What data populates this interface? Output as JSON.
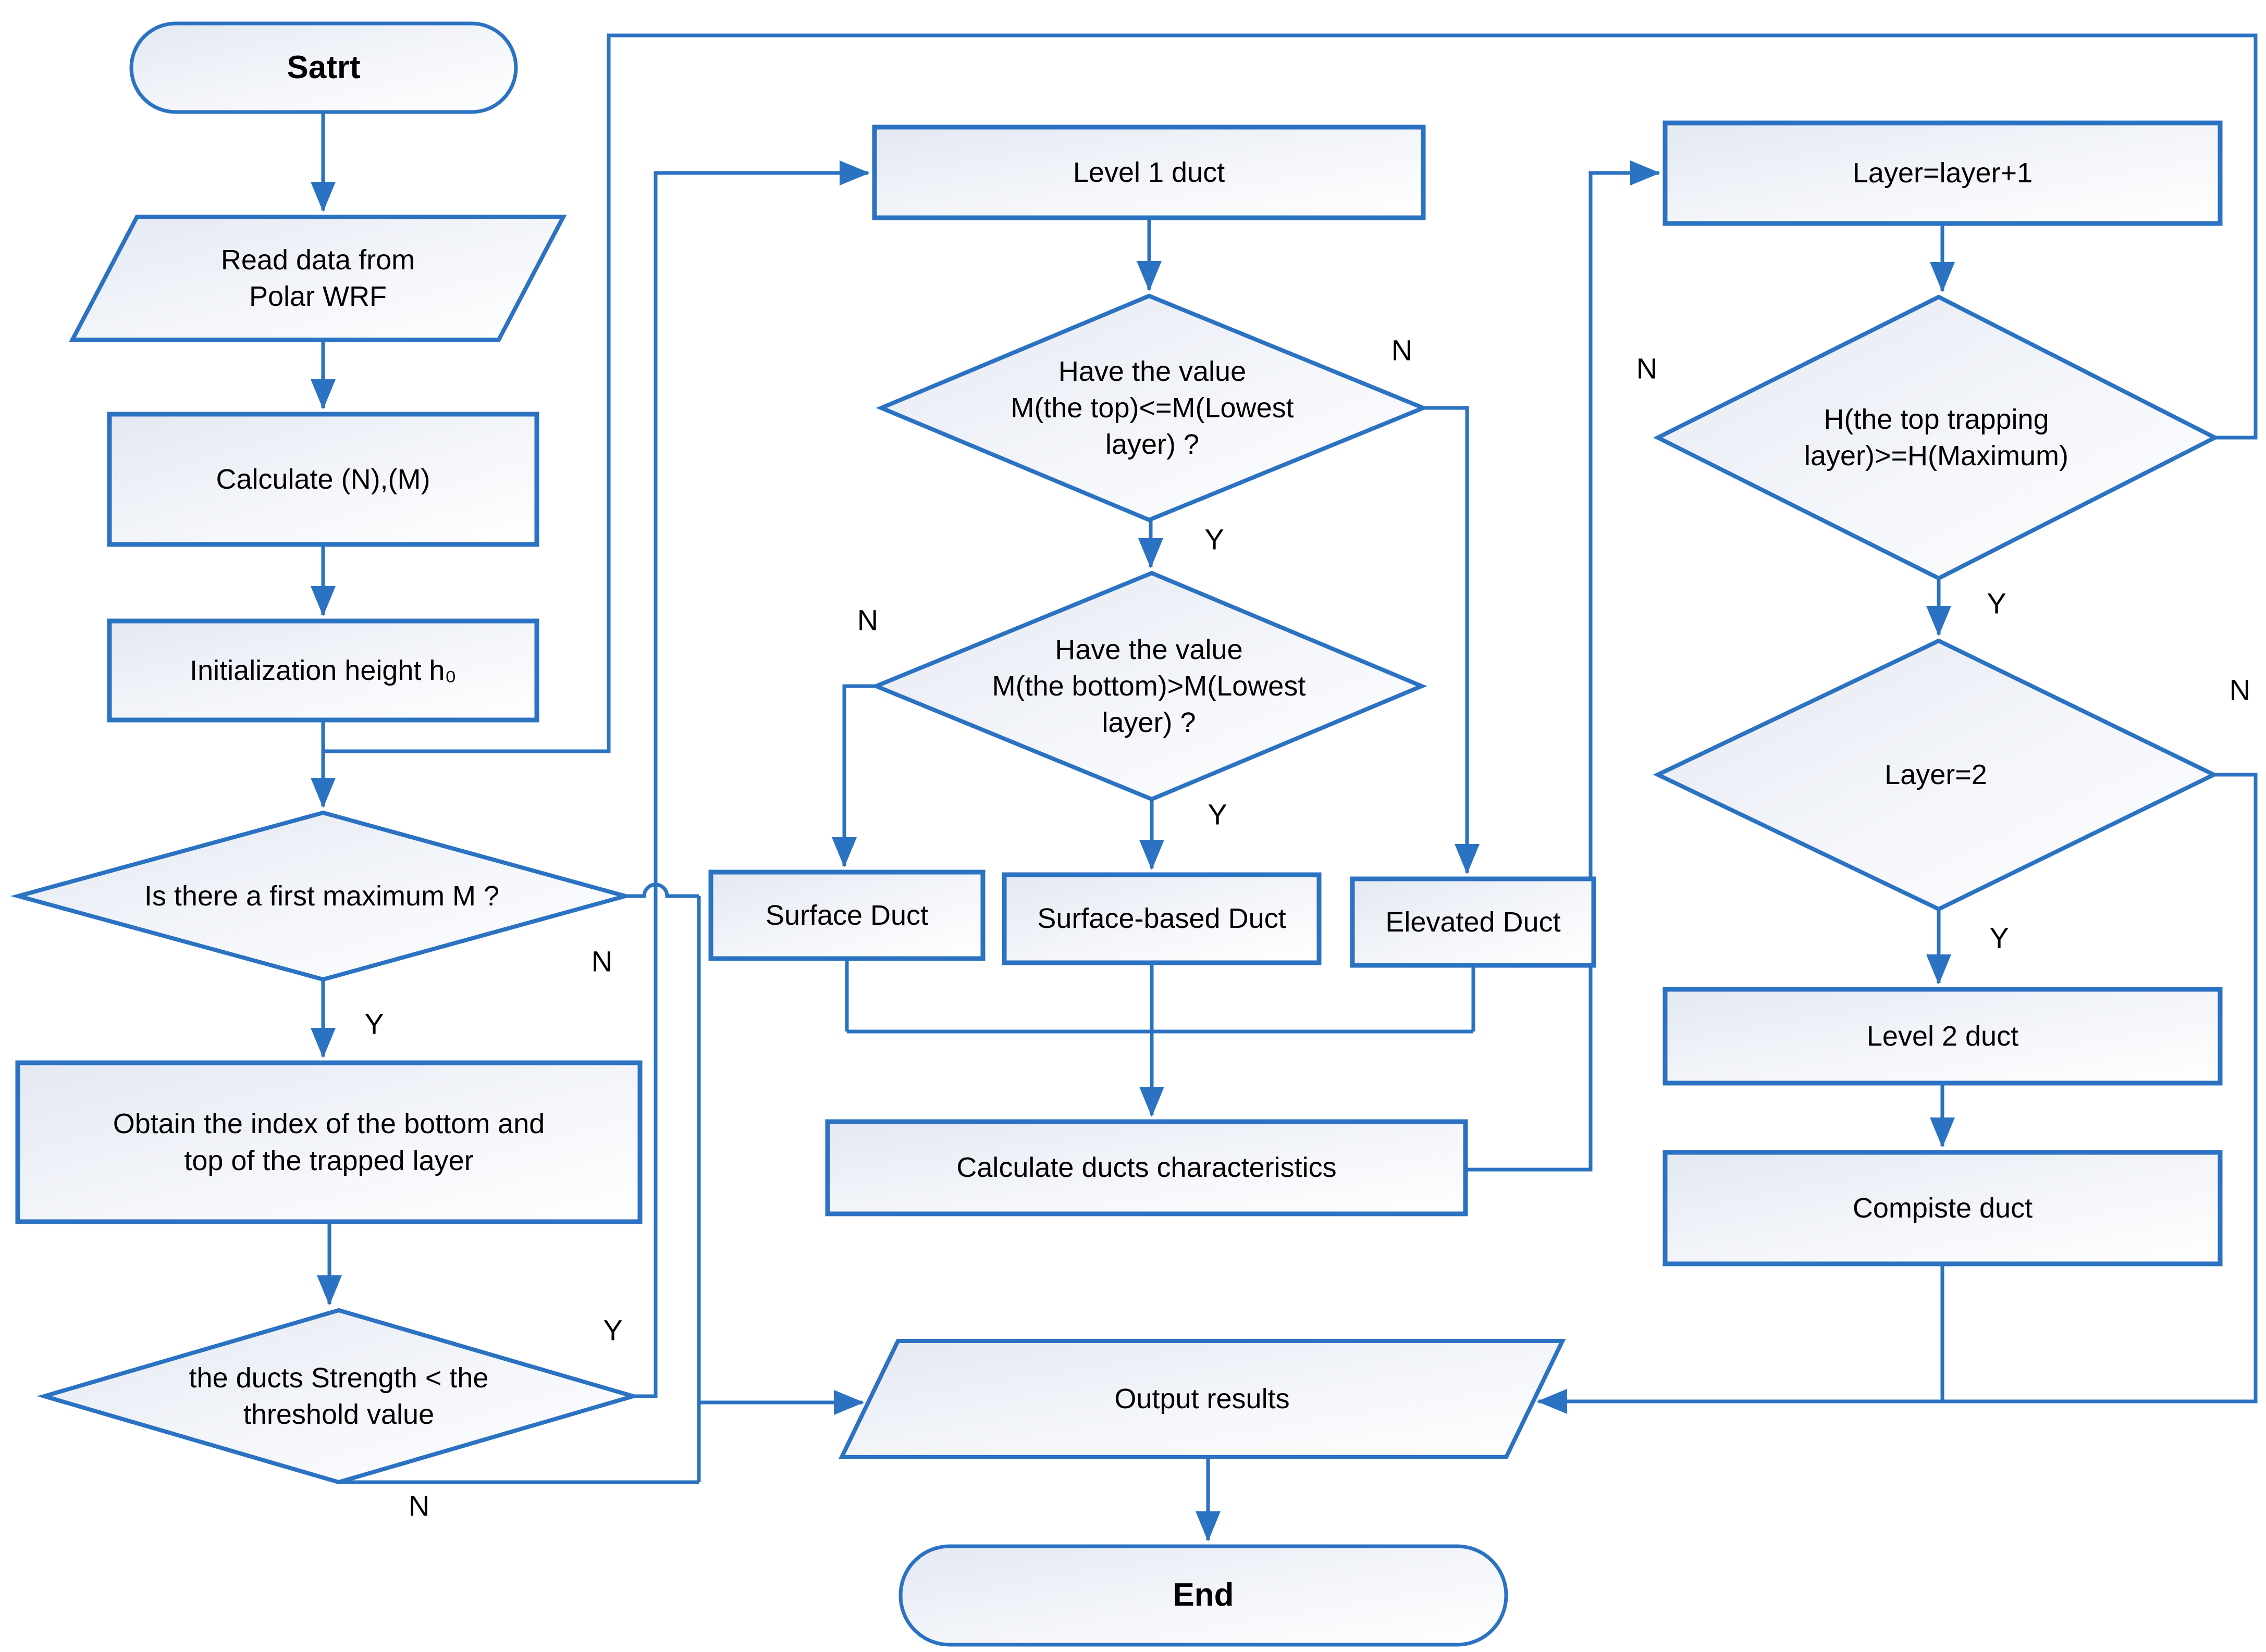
{
  "diagram": {
    "description": "Flowchart of duct detection algorithm from Polar WRF data",
    "colors": {
      "line": "#2B72C2",
      "shape_border": "#2B72C2",
      "shape_fill_gradient_start": "#e7eaf3",
      "shape_fill_gradient_end": "#ffffff",
      "text": "#000000",
      "background": "#ffffff"
    }
  },
  "nodes": {
    "start": {
      "type": "terminator",
      "label": "Satrt"
    },
    "read": {
      "type": "data",
      "label": "Read  data from\nPolar WRF"
    },
    "calc": {
      "type": "process",
      "label": "Calculate (N),(M)"
    },
    "init": {
      "type": "process",
      "label": "Initialization height h₀"
    },
    "first_max": {
      "type": "decision",
      "label": "Is there a first maximum M ?"
    },
    "obtain": {
      "type": "process",
      "label": "Obtain  the index of the bottom and\ntop of the trapped layer"
    },
    "strength": {
      "type": "decision",
      "label": "the ducts Strength < the\nthreshold value"
    },
    "level1": {
      "type": "process",
      "label": "Level 1 duct"
    },
    "mtop": {
      "type": "decision",
      "label": "Have the value\nM(the top)<=M(Lowest\nlayer) ?"
    },
    "mbottom": {
      "type": "decision",
      "label": "Have the value\nM(the bottom)>M(Lowest\nlayer) ?"
    },
    "surface": {
      "type": "process",
      "label": "Surface Duct"
    },
    "sbased": {
      "type": "process",
      "label": "Surface-based Duct"
    },
    "elevated": {
      "type": "process",
      "label": "Elevated Duct"
    },
    "calcchar": {
      "type": "process",
      "label": "Calculate ducts characteristics"
    },
    "layerinc": {
      "type": "process",
      "label": "Layer=layer+1"
    },
    "hmax": {
      "type": "decision",
      "label": "H(the top trapping\nlayer)>=H(Maximum)"
    },
    "layer2q": {
      "type": "decision",
      "label": "Layer=2"
    },
    "level2": {
      "type": "process",
      "label": "Level 2 duct"
    },
    "compiste": {
      "type": "process",
      "label": "Compiste duct"
    },
    "output": {
      "type": "data",
      "label": "Output results"
    },
    "end": {
      "type": "terminator",
      "label": "End"
    }
  },
  "branch_labels": {
    "first_max_y": "Y",
    "first_max_n": "N",
    "strength_y": "Y",
    "strength_n": "N",
    "mtop_n": "N",
    "mtop_y": "Y",
    "mbottom_n": "N",
    "mbottom_y": "Y",
    "hmax_n": "N",
    "hmax_y": "Y",
    "layer2_n": "N",
    "layer2_y": "Y"
  }
}
